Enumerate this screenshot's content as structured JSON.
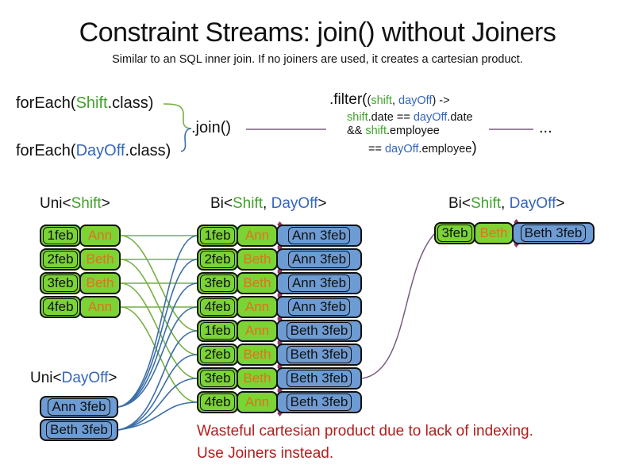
{
  "title": "Constraint Streams: join() without Joiners",
  "subtitle": "Similar to an SQL inner join. If no joiners are used, it creates a cartesian product.",
  "code": {
    "foreach_shift": {
      "prefix": "forEach(",
      "class_name": "Shift",
      "suffix": ".class)"
    },
    "foreach_dayoff": {
      "prefix": "forEach(",
      "class_name": "DayOff",
      "suffix": ".class)"
    },
    "join_label": ".join()",
    "ellipsis": "...",
    "filter": {
      "open": ".filter(",
      "paren": "(",
      "arg1": "shift",
      "comma": ", ",
      "arg2": "dayOff",
      "arrow": ") ->",
      "l2_shift": "shift",
      "l2_mid": ".date == ",
      "l2_dayoff": "dayOff",
      "l2_end": ".date",
      "l3_and": "&& ",
      "l3_shift": "shift",
      "l3_end": ".employee",
      "l4_eq": "== ",
      "l4_dayoff": "dayOff",
      "l4_end": ".employee",
      "l4_close": ")"
    }
  },
  "headers": {
    "uni_shift": {
      "pre": "Uni<",
      "cls": "Shift",
      "post": ">"
    },
    "bi_pair": {
      "pre": "Bi<",
      "cls1": "Shift",
      "comma": ", ",
      "cls2": "DayOff",
      "post": ">"
    },
    "bi_result": {
      "pre": "Bi<",
      "cls1": "Shift",
      "comma": ", ",
      "cls2": "DayOff",
      "post": ">"
    },
    "uni_dayoff": {
      "pre": "Uni<",
      "cls": "DayOff",
      "post": ">"
    }
  },
  "shift_facts": [
    {
      "date": "1feb",
      "employee": "Ann"
    },
    {
      "date": "2feb",
      "employee": "Beth"
    },
    {
      "date": "3feb",
      "employee": "Beth"
    },
    {
      "date": "4feb",
      "employee": "Ann"
    }
  ],
  "dayoff_facts": [
    {
      "label": "Ann 3feb"
    },
    {
      "label": "Beth 3feb"
    }
  ],
  "cartesian_rows": [
    {
      "date": "1feb",
      "employee": "Ann",
      "dayoff": "Ann 3feb"
    },
    {
      "date": "2feb",
      "employee": "Beth",
      "dayoff": "Ann 3feb"
    },
    {
      "date": "3feb",
      "employee": "Beth",
      "dayoff": "Ann 3feb"
    },
    {
      "date": "4feb",
      "employee": "Ann",
      "dayoff": "Ann 3feb"
    },
    {
      "date": "1feb",
      "employee": "Ann",
      "dayoff": "Beth 3feb"
    },
    {
      "date": "2feb",
      "employee": "Beth",
      "dayoff": "Beth 3feb"
    },
    {
      "date": "3feb",
      "employee": "Beth",
      "dayoff": "Beth 3feb"
    },
    {
      "date": "4feb",
      "employee": "Ann",
      "dayoff": "Beth 3feb"
    }
  ],
  "result_row": {
    "date": "3feb",
    "employee": "Beth",
    "dayoff": "Beth 3feb"
  },
  "warning": {
    "line1": "Wasteful cartesian product due to lack of indexing.",
    "line2": "Use Joiners instead."
  },
  "colors": {
    "entity_green": "#7bd335",
    "fact_blue": "#6d9bd3",
    "employee_orange": "#e2711d",
    "code_green": "#42a22d",
    "code_blue": "#3465bd",
    "line_green": "#76b043",
    "line_blue": "#3b6ea8",
    "connector_purple": "#7a5a82",
    "junction_diamond": "#993366",
    "warning_red": "#b21d1d"
  }
}
